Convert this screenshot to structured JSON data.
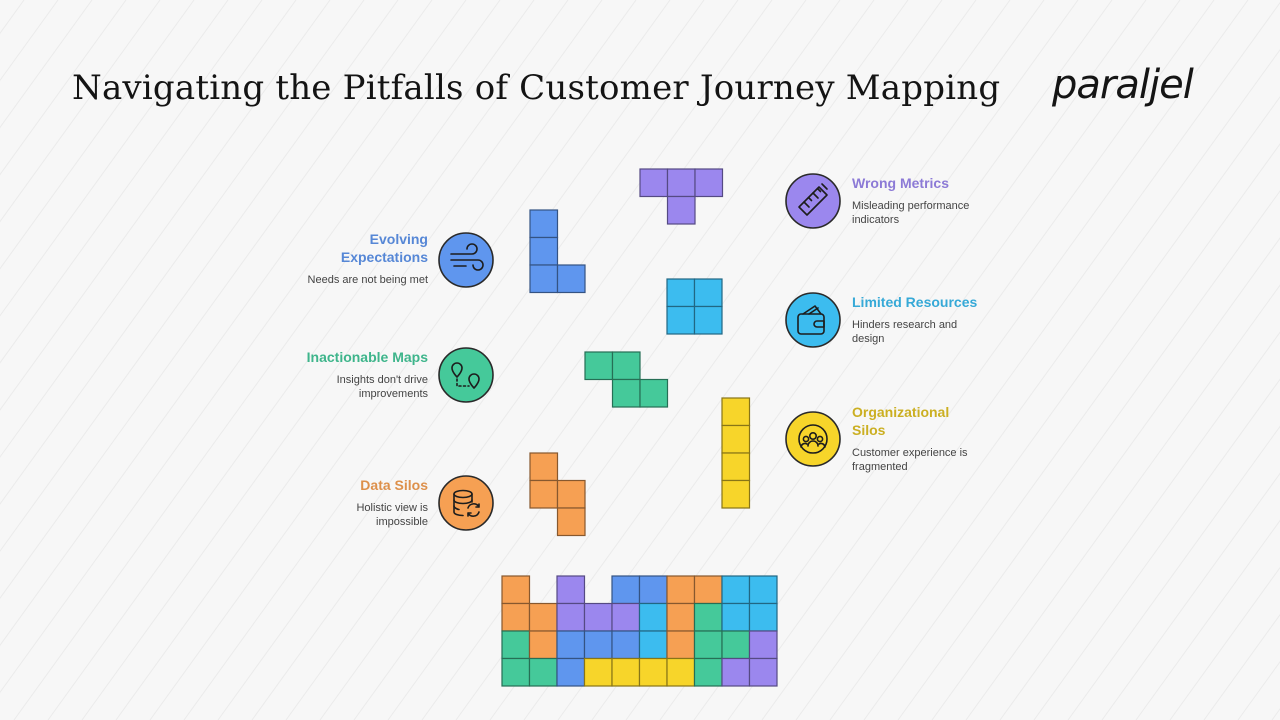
{
  "title": "Navigating the Pitfalls of Customer Journey Mapping",
  "logo_text": "paraljel",
  "colors": {
    "purple": "#9b87ee",
    "blue": "#5f96ee",
    "cyan": "#3cbcef",
    "green": "#45c99a",
    "yellow": "#f7d52a",
    "orange": "#f6a053"
  },
  "items": [
    {
      "id": "evolving-expectations",
      "title_lines": [
        "Evolving",
        "Expectations"
      ],
      "desc_lines": [
        "Needs are not being met"
      ],
      "color": "blue",
      "icon": "wind-icon"
    },
    {
      "id": "inactionable-maps",
      "title_lines": [
        "Inactionable Maps"
      ],
      "desc_lines": [
        "Insights don't drive",
        "improvements"
      ],
      "color": "green",
      "icon": "map-pin-route-icon"
    },
    {
      "id": "data-silos",
      "title_lines": [
        "Data Silos"
      ],
      "desc_lines": [
        "Holistic view is",
        "impossible"
      ],
      "color": "orange",
      "icon": "database-sync-icon"
    },
    {
      "id": "wrong-metrics",
      "title_lines": [
        "Wrong Metrics"
      ],
      "desc_lines": [
        "Misleading performance",
        "indicators"
      ],
      "color": "purple",
      "icon": "ruler-icon"
    },
    {
      "id": "limited-resources",
      "title_lines": [
        "Limited Resources"
      ],
      "desc_lines": [
        "Hinders research and",
        "design"
      ],
      "color": "cyan",
      "icon": "wallet-icon"
    },
    {
      "id": "organizational-silos",
      "title_lines": [
        "Organizational",
        "Silos"
      ],
      "desc_lines": [
        "Customer experience is",
        "fragmented"
      ],
      "color": "yellow",
      "icon": "people-group-icon"
    }
  ],
  "base_grid": [
    [
      "orange",
      null,
      "purple",
      null,
      "blue",
      "blue",
      "orange",
      "orange",
      "cyan",
      "cyan"
    ],
    [
      "orange",
      "orange",
      "purple",
      "purple",
      "purple",
      "cyan",
      "orange",
      "green",
      "cyan",
      "cyan"
    ],
    [
      "green",
      "orange",
      "blue",
      "blue",
      "blue",
      "cyan",
      "orange",
      "green",
      "green",
      "purple"
    ],
    [
      "green",
      "green",
      "blue",
      "yellow",
      "yellow",
      "yellow",
      "yellow",
      "green",
      "purple",
      "purple"
    ]
  ]
}
